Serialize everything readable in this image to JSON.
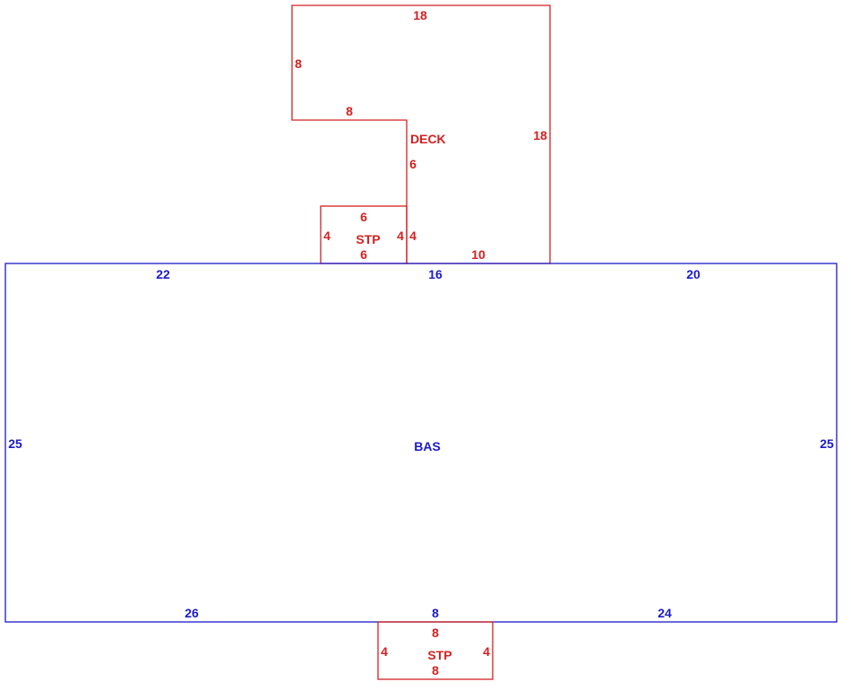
{
  "colors": {
    "deck_stp": "#d42020",
    "bas": "#1a1ac8"
  },
  "deck": {
    "label": "DECK",
    "dims": {
      "top": "18",
      "left_upper": "8",
      "step_in": "8",
      "inner_vertical": "6",
      "right": "18",
      "bottom": "10"
    }
  },
  "stp_top": {
    "label": "STP",
    "dims": {
      "top": "6",
      "left": "4",
      "right": "4",
      "right_outer": "4",
      "bottom": "6"
    }
  },
  "bas": {
    "label": "BAS",
    "dims": {
      "top_left": "22",
      "top_mid": "16",
      "top_right": "20",
      "left": "25",
      "right": "25",
      "bottom_left": "26",
      "bottom_mid": "8",
      "bottom_right": "24"
    }
  },
  "stp_bottom": {
    "label": "STP",
    "dims": {
      "top": "8",
      "left": "4",
      "right": "4",
      "bottom": "8"
    }
  }
}
